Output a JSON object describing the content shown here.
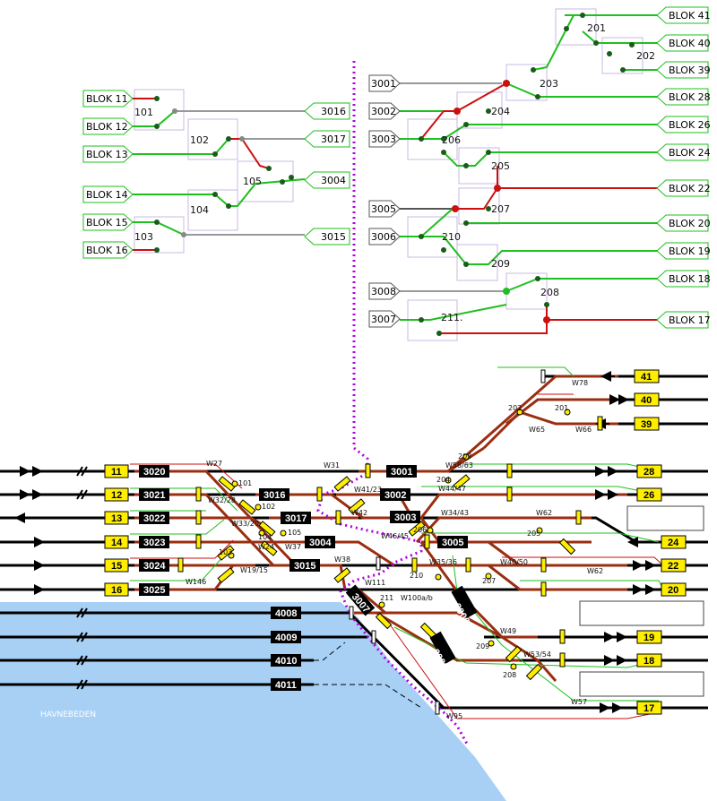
{
  "route_labels_left": {
    "blok11": "BLOK 11",
    "blok12": "BLOK 12",
    "blok13": "BLOK 13",
    "blok14": "BLOK 14",
    "blok15": "BLOK 15",
    "blok16": "BLOK 16"
  },
  "route_labels_right_left_group": {
    "r3016": "3016",
    "r3017": "3017",
    "r3004": "3004",
    "r3015": "3015"
  },
  "route_labels_mid": {
    "r3001": "3001",
    "r3002": "3002",
    "r3003": "3003",
    "r3005": "3005",
    "r3006": "3006",
    "r3008": "3008",
    "r3007": "3007"
  },
  "route_labels_right": {
    "blok41": "BLOK 41",
    "blok40": "BLOK 40",
    "blok39": "BLOK 39",
    "blok28": "BLOK 28",
    "blok26": "BLOK 26",
    "blok24": "BLOK 24",
    "blok22": "BLOK 22",
    "blok20": "BLOK 20",
    "blok19": "BLOK 19",
    "blok18": "BLOK 18",
    "blok17": "BLOK 17"
  },
  "switch_numbers": {
    "s101": "101",
    "s102": "102",
    "s105": "105",
    "s104": "104",
    "s103": "103",
    "s201": "201",
    "s202": "202",
    "s203": "203",
    "s204": "204",
    "s206": "206",
    "s205": "205",
    "s207": "207",
    "s210": "210",
    "s209": "209",
    "s208": "208",
    "s211": "211."
  },
  "track_left_yellow": {
    "t11": "11",
    "t12": "12",
    "t13": "13",
    "t14": "14",
    "t15": "15",
    "t16": "16"
  },
  "track_right_yellow": {
    "t41": "41",
    "t40": "40",
    "t39": "39",
    "t28": "28",
    "t26": "26",
    "t24": "24",
    "t22": "22",
    "t20": "20",
    "t19": "19",
    "t18": "18",
    "t17": "17"
  },
  "block_sections": {
    "b3020": "3020",
    "b3021": "3021",
    "b3022": "3022",
    "b3023": "3023",
    "b3024": "3024",
    "b3025": "3025",
    "b3016": "3016",
    "b3017": "3017",
    "b3004": "3004",
    "b3015": "3015",
    "b3001": "3001",
    "b3002": "3002",
    "b3003": "3003",
    "b3005": "3005",
    "b3006": "3006",
    "b3007": "3007",
    "b3008": "3008",
    "b4008": "4008",
    "b4009": "4009",
    "b4010": "4010",
    "b4011": "4011"
  },
  "switch_labels": {
    "w27": "W27",
    "w3228": "W32/28",
    "w3320": "W33/20",
    "w24": "W24",
    "w37": "W37",
    "w19": "W19/15",
    "w146": "W146",
    "w31": "W31",
    "w4123": "W41/23",
    "w42": "W42",
    "w4645": "W46/45",
    "w38": "W38",
    "w111": "W111",
    "w5863": "W58/63",
    "w4447": "W44/47",
    "w3443": "W34/43",
    "w3536": "W35/36",
    "w100": "W100a/b",
    "w62a": "W62",
    "w62b": "W62",
    "w4050": "W40/50",
    "w49": "W49",
    "w5354": "W53/54",
    "w57": "W57",
    "w78": "W78",
    "w65": "W65",
    "w66": "W66",
    "w95": "W95"
  },
  "point_numbers": {
    "p101": "101",
    "p102": "102",
    "p104": "104",
    "p105": "105",
    "p103": "103",
    "p202": "202",
    "p201": "201",
    "p203": "203",
    "p204": "204",
    "p206": "206",
    "p205": "205",
    "p210": "210",
    "p207": "207",
    "p211": "211",
    "p209": "209",
    "p208": "208"
  },
  "harbor_text": "HAVNEBEDEN",
  "colors": {
    "green": "#1fbf1f",
    "red": "#cc1010",
    "brown": "#9a2e10",
    "yellow": "#ffee00",
    "water": "#a8d0f5",
    "purple": "#b000e0"
  }
}
